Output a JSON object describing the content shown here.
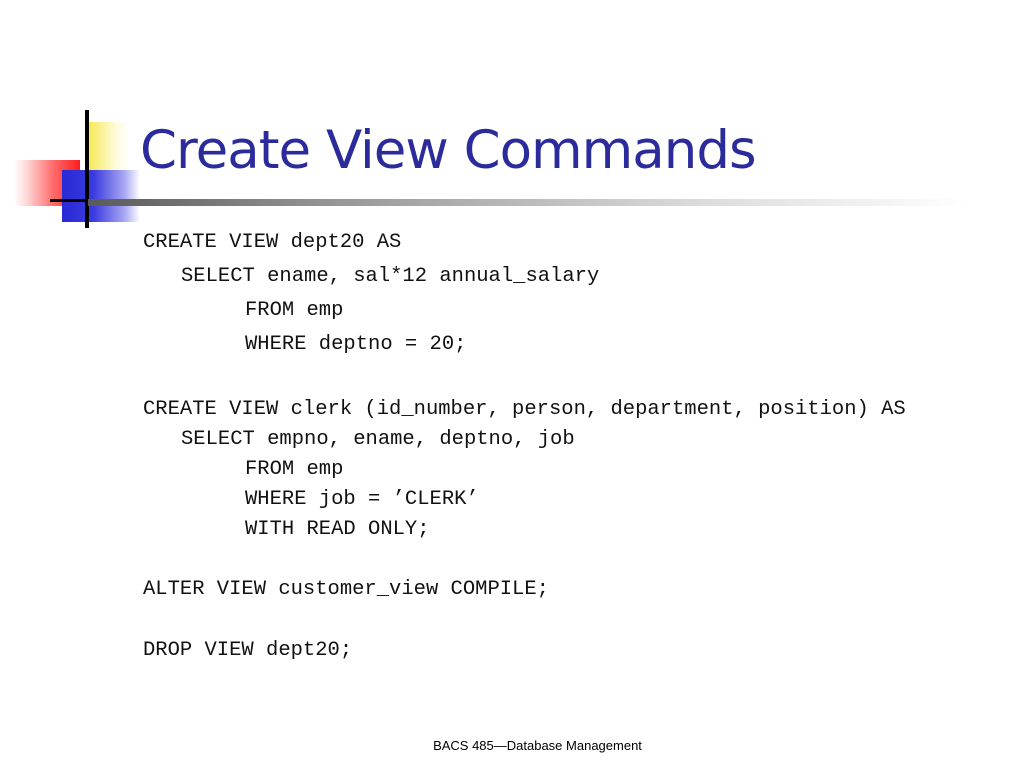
{
  "slide": {
    "title": "Create View Commands",
    "code_lines": [
      "CREATE VIEW dept20 AS",
      "SELECT ename, sal*12 annual_salary",
      "FROM emp",
      "WHERE deptno = 20;",
      "CREATE VIEW clerk (id_number, person, department, position) AS",
      "SELECT empno, ename, deptno, job",
      "FROM emp",
      "WHERE job = ’CLERK’",
      "WITH READ ONLY;",
      "ALTER VIEW customer_view COMPILE;",
      "DROP VIEW dept20;"
    ],
    "footer": "BACS 485—Database Management"
  }
}
